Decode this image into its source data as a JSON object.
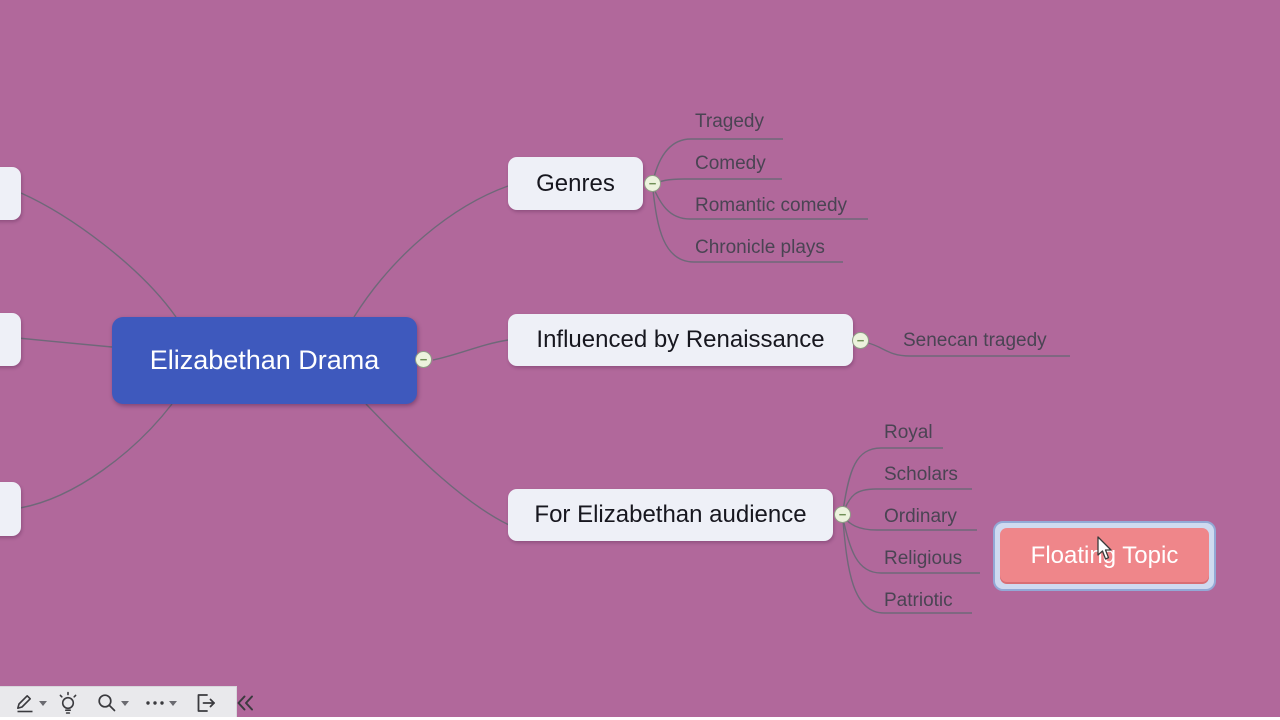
{
  "colors": {
    "background": "#b1689b",
    "central_bg": "#3e59bd",
    "topic_bg": "#eef0f7",
    "line": "#6f6879",
    "floating_bg": "#ef868a",
    "selection_border": "#93a9d6",
    "toolbar_bg": "#e9e9ec"
  },
  "canvas": {
    "central_topic": {
      "label": "Elizabethan Drama"
    },
    "branches": [
      {
        "label": "Genres",
        "children": [
          "Tragedy",
          "Comedy",
          "Romantic comedy",
          "Chronicle plays"
        ]
      },
      {
        "label": "Influenced by Renaissance",
        "children": [
          "Senecan tragedy"
        ]
      },
      {
        "label": "For Elizabethan audience",
        "children": [
          "Royal",
          "Scholars",
          "Ordinary",
          "Religious",
          "Patriotic"
        ]
      }
    ],
    "floating_topic": {
      "label": "Floating Topic",
      "selected": true
    },
    "collapse_button": {
      "symbol": "−"
    },
    "offscreen_left_topics": 3
  },
  "toolbar": {
    "buttons": [
      {
        "name": "pen-tool",
        "dropdown": true
      },
      {
        "name": "idea-lightbulb",
        "dropdown": false
      },
      {
        "name": "zoom-search",
        "dropdown": true
      },
      {
        "name": "more-options",
        "dropdown": true
      },
      {
        "name": "export-panel",
        "dropdown": false
      },
      {
        "name": "collapse-toolbar",
        "dropdown": false
      }
    ]
  }
}
